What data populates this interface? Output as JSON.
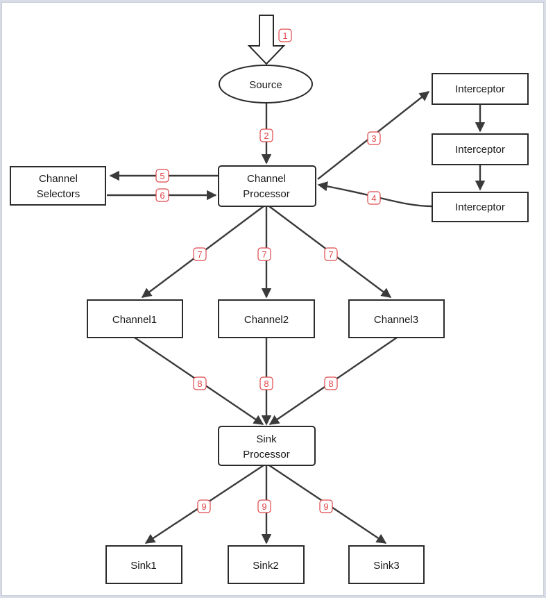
{
  "nodes": {
    "source": "Source",
    "interceptor_1": "Interceptor",
    "interceptor_2": "Interceptor",
    "interceptor_3": "Interceptor",
    "channel_selectors": [
      "Channel",
      "Selectors"
    ],
    "channel_processor": [
      "Channel",
      "Processor"
    ],
    "channel1": "Channel1",
    "channel2": "Channel2",
    "channel3": "Channel3",
    "sink_processor": [
      "Sink",
      "Processor"
    ],
    "sink1": "Sink1",
    "sink2": "Sink2",
    "sink3": "Sink3"
  },
  "steps": {
    "s1": "1",
    "s2": "2",
    "s3": "3",
    "s4": "4",
    "s5": "5",
    "s6": "6",
    "s7": "7",
    "s8": "8",
    "s9": "9"
  },
  "colors": {
    "badge": "#e0474a",
    "line": "#3a3a3a",
    "frame": "#d8dce6"
  }
}
